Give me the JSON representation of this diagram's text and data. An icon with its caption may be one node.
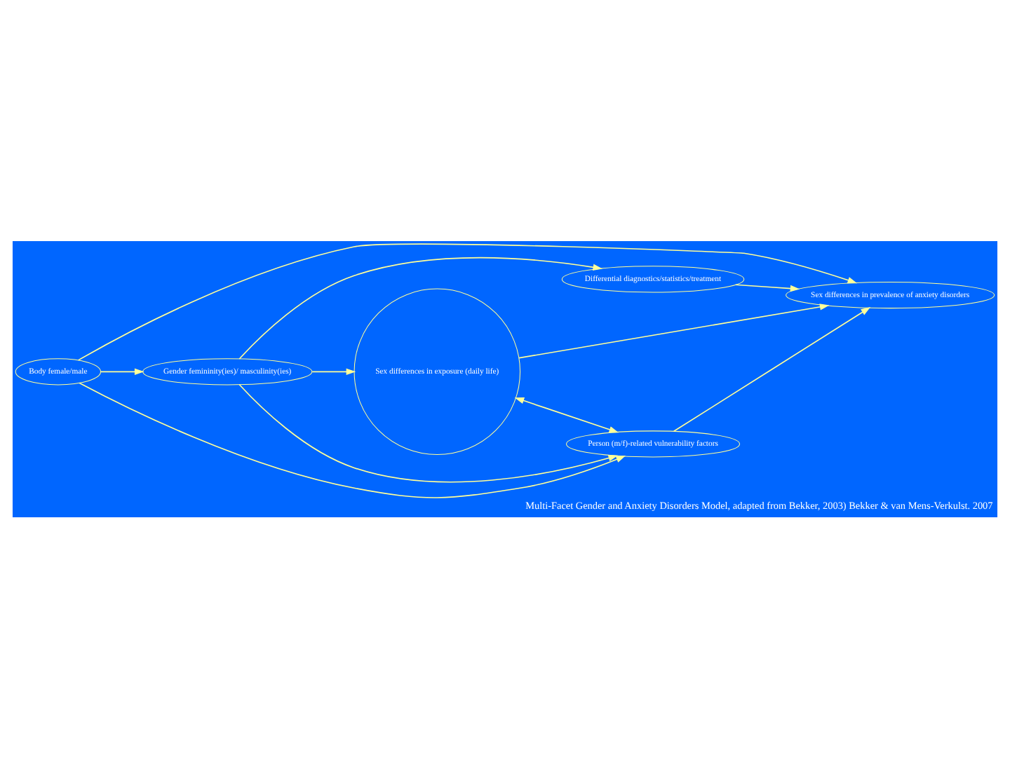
{
  "diagram": {
    "caption": "Multi-Facet Gender and Anxiety Disorders Model, adapted from Bekker, 2003) Bekker & van Mens-Verkulst. 2007",
    "nodes": [
      {
        "text": [
          "Body female/male"
        ]
      },
      {
        "text": [
          "Differential diagnostics/statistics/treatment"
        ]
      },
      {
        "text": [
          "Sex differences in exposure (daily life)"
        ]
      },
      {
        "text": [
          "Gender femininity(ies)/ masculinity(ies)"
        ]
      },
      {
        "text": [
          "Sex differences in prevalence of anxiety disorders"
        ]
      },
      {
        "text": [
          "Person (m/f)-related vulnerability factors"
        ]
      }
    ],
    "edges": [
      {
        "from": 0,
        "to": 3,
        "arrow": "to"
      },
      {
        "from": 0,
        "to": 4,
        "arrow": "to"
      },
      {
        "from": 0,
        "to": 5,
        "arrow": "to"
      },
      {
        "from": 3,
        "to": 1,
        "arrow": "to"
      },
      {
        "from": 3,
        "to": 2,
        "arrow": "to"
      },
      {
        "from": 3,
        "to": 5,
        "arrow": "to"
      },
      {
        "from": 1,
        "to": 4,
        "arrow": "to"
      },
      {
        "from": 2,
        "to": 5,
        "arrow": "both"
      },
      {
        "from": 2,
        "to": 4,
        "arrow": "to"
      },
      {
        "from": 5,
        "to": 4,
        "arrow": "to"
      }
    ]
  }
}
